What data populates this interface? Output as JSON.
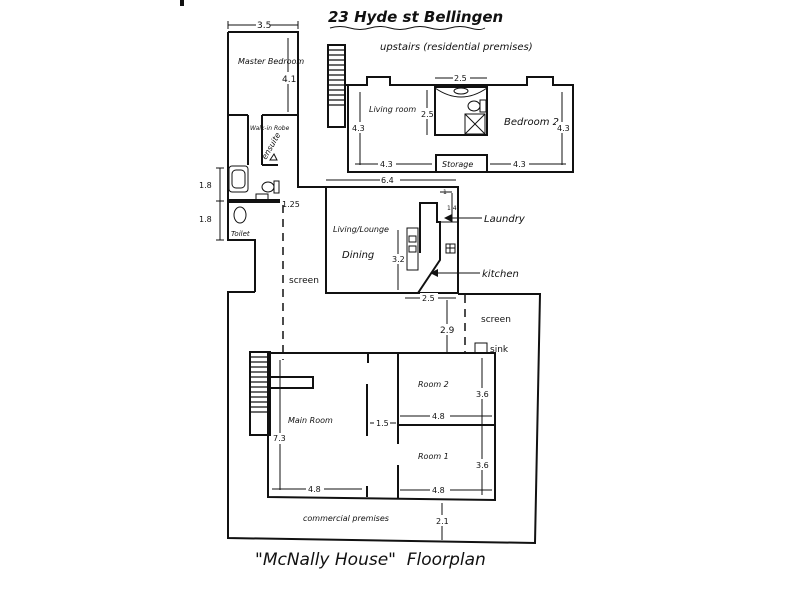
{
  "title": "23 Hyde st Bellingen",
  "caption": "\"McNally House\"  Floorplan",
  "upstairs_note": "upstairs (residential premises)",
  "rooms": {
    "master_bedroom": "Master Bedroom",
    "walk_in_robe": "Walk-in Robe",
    "ensuite": "ensuite",
    "toilet": "Toilet",
    "living_room": "Living room",
    "bedroom2": "Bedroom 2",
    "storage": "Storage",
    "living_lounge": "Living/Lounge",
    "dining": "Dining",
    "laundry": "Laundry",
    "kitchen": "kitchen",
    "main_room": "Main Room",
    "room2": "Room 2",
    "room1": "Room 1",
    "commercial": "commercial premises"
  },
  "labels": {
    "screen1": "screen",
    "screen2": "screen",
    "sink": "sink"
  },
  "dims": {
    "master_w": "3.5",
    "master_h": "4.1",
    "bath_h": "1.8",
    "toilet_h": "1.8",
    "ensuite_w": "1.25",
    "up_bath_w": "2.5",
    "up_bath_h": "2.5",
    "living_room_h": "4.3",
    "bedroom2_h": "4.3",
    "living_room_w": "4.3",
    "bedroom2_w": "4.3",
    "lounge_w": "6.4",
    "lounge_h": "3.2",
    "laundry_w": "1",
    "laundry_h": "1.4",
    "kitchen_w": "2.5",
    "yard_gap": "2.9",
    "room2_h": "3.6",
    "room2_w": "4.8",
    "room1_h": "3.6",
    "room1_w": "4.8",
    "main_h": "7.3",
    "main_w": "4.8",
    "hall_w": "1.5",
    "rear_gap": "2.1"
  }
}
